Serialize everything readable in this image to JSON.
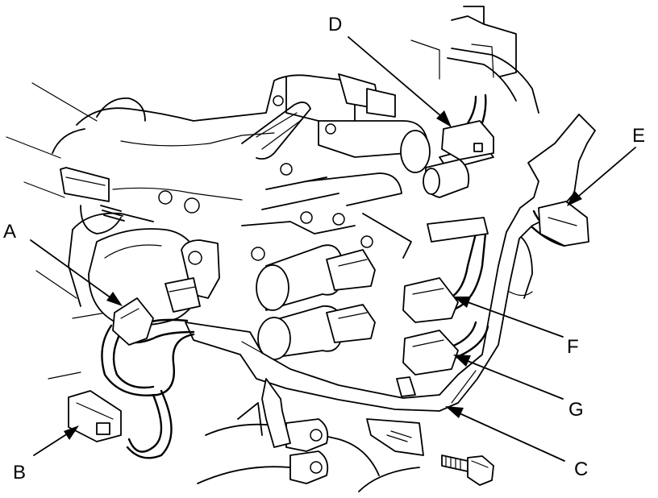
{
  "callouts": {
    "A": "A",
    "B": "B",
    "C": "C",
    "D": "D",
    "E": "E",
    "F": "F",
    "G": "G"
  }
}
